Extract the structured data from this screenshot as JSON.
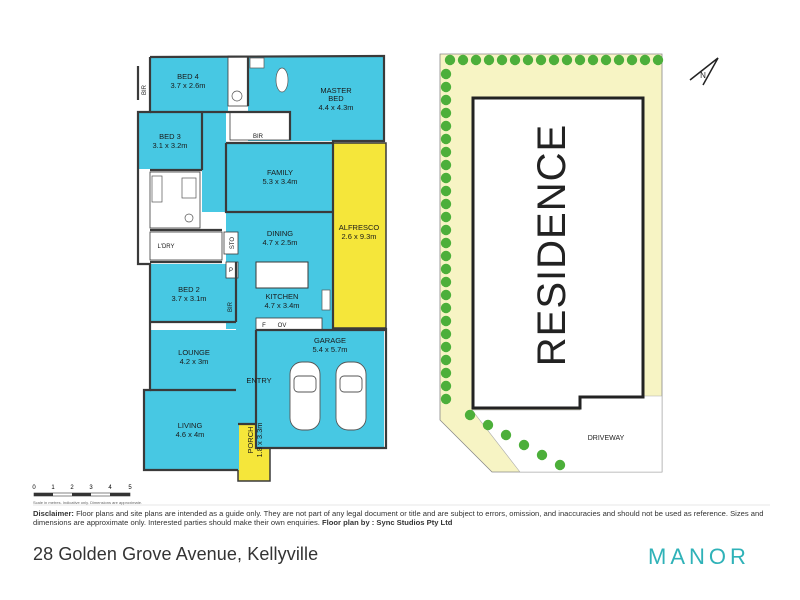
{
  "rooms": {
    "bed4": {
      "name": "BED 4",
      "size": "3.7 x 2.6m"
    },
    "master_bed": {
      "name": "MASTER",
      "name2": "BED",
      "size": "4.4 x 4.3m"
    },
    "bed3": {
      "name": "BED 3",
      "size": "3.1 x 3.2m"
    },
    "family": {
      "name": "FAMILY",
      "size": "5.3 x 3.4m"
    },
    "dining": {
      "name": "DINING",
      "size": "4.7 x 2.5m"
    },
    "alfresco": {
      "name": "ALFRESCO",
      "size": "2.6 x 9.3m"
    },
    "kitchen": {
      "name": "KITCHEN",
      "size": "4.7 x 3.4m"
    },
    "bed2": {
      "name": "BED 2",
      "size": "3.7 x 3.1m"
    },
    "lounge": {
      "name": "LOUNGE",
      "size": "4.2 x 3m"
    },
    "garage": {
      "name": "GARAGE",
      "size": "5.4 x 5.7m"
    },
    "living": {
      "name": "LIVING",
      "size": "4.6 x 4m"
    },
    "porch": {
      "name": "PORCH",
      "size": "1.8 x 3.3m"
    }
  },
  "labels": {
    "bir1": "BIR",
    "bir2": "BIR",
    "bir3": "BIR",
    "ldry": "L'DRY",
    "sto": "STO",
    "p": "P",
    "entry": "ENTRY",
    "f": "F",
    "ov": "OV",
    "residence": "RESIDENCE",
    "driveway": "DRIVEWAY",
    "north": "N"
  },
  "scale": {
    "ticks": [
      "0",
      "1",
      "2",
      "3",
      "4",
      "5"
    ],
    "note": "Scale in metres. Indicative only. Dimensions are approximate."
  },
  "disclaimer": {
    "lead": "Disclaimer:",
    "text": " Floor plans and site plans are intended as a guide only. They are not part of any legal document or title and are subject to errors, omission, and inaccuracies and should not be used as reference. Sizes and dimensions are approximate only. Interested parties should make their own enquiries.",
    "credit": " Floor plan by : Sync Studios Pty Ltd"
  },
  "address": "28 Golden Grove Avenue, Kellyville",
  "brand": "MANOR",
  "colors": {
    "room": "#47c8e3",
    "wetarea": "#ffffff",
    "outdoor": "#f5e63a",
    "wall": "#3a3a3a",
    "tree": "#4caf3a",
    "lawn": "#f7f4c4"
  }
}
